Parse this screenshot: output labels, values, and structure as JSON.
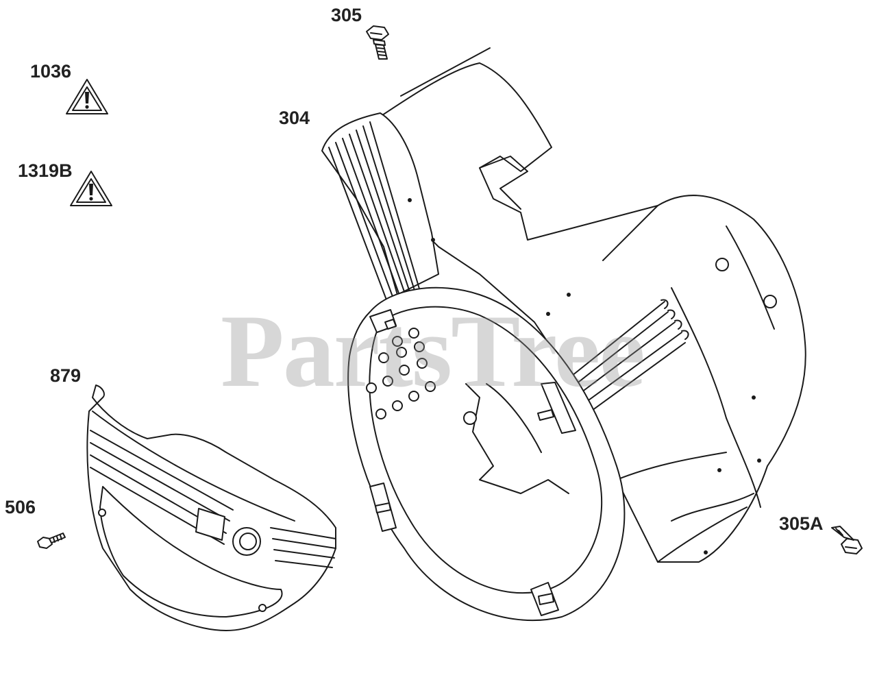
{
  "callouts": {
    "c305": "305",
    "c304": "304",
    "c1036": "1036",
    "c1319B": "1319B",
    "c879": "879",
    "c506": "506",
    "c305A": "305A"
  },
  "watermark": "PartsTree",
  "colors": {
    "line": "#1a1a1a",
    "label": "#222222",
    "watermark": "#8e8e8e"
  },
  "icons": [
    "warning-triangle-icon",
    "warning-triangle-icon"
  ]
}
